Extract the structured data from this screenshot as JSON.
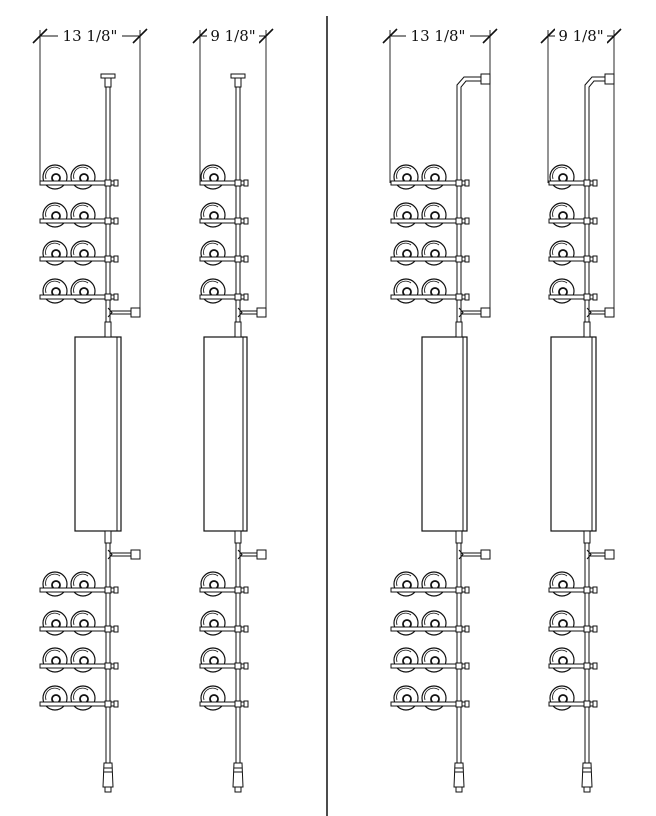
{
  "dimensions": {
    "wide": "13 1/8\"",
    "narrow": "9 1/8\""
  },
  "units": [
    {
      "id": "unit-1",
      "dimension": "wide",
      "bottles_per_row": 2,
      "top_style": "straight"
    },
    {
      "id": "unit-2",
      "dimension": "narrow",
      "bottles_per_row": 1,
      "top_style": "straight"
    },
    {
      "id": "unit-3",
      "dimension": "wide",
      "bottles_per_row": 2,
      "top_style": "bent"
    },
    {
      "id": "unit-4",
      "dimension": "narrow",
      "bottles_per_row": 1,
      "top_style": "bent"
    }
  ],
  "rows_per_rack": 4,
  "racks_per_unit": 2,
  "colors": {
    "line": "#111111",
    "background": "#ffffff"
  }
}
